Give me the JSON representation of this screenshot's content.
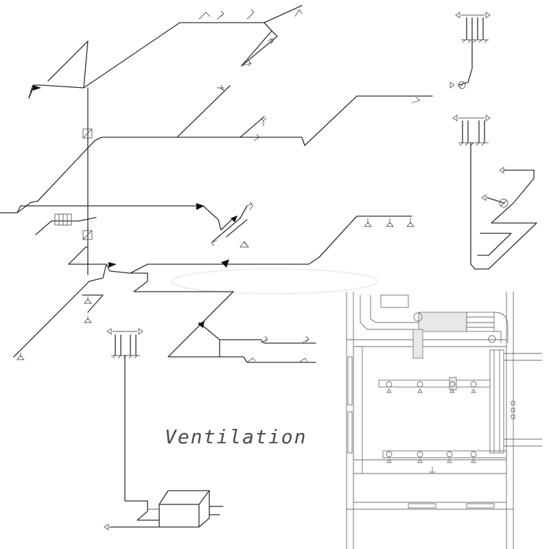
{
  "title": "Ventilation",
  "colors": {
    "line": "#2b2b2b",
    "plan_line": "#6a6a6a",
    "background": "#ffffff"
  },
  "elements": [
    "isometric-duct-schematic",
    "riser-unit-symbols",
    "air-handling-unit",
    "floor-plan-duct-layout",
    "watermark"
  ]
}
